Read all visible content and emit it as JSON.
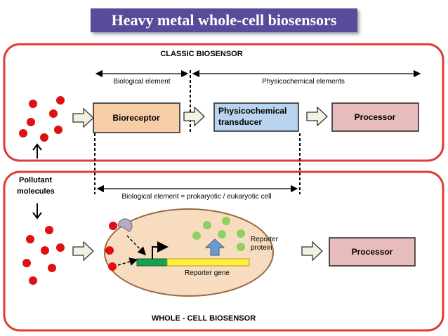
{
  "title": "Heavy metal whole-cell biosensors",
  "classic": {
    "header": "CLASSIC BIOSENSOR",
    "biological_element": "Biological element",
    "physicochemical_elements": "Physicochemical elements",
    "bioreceptor": "Bioreceptor",
    "transducer_line1": "Physicochemical",
    "transducer_line2": "transducer",
    "processor": "Processor"
  },
  "middle": {
    "pollutant_line1": "Pollutant",
    "pollutant_line2": "molecules",
    "cell_label": "Biological element = prokaryotic / eukaryotic cell"
  },
  "whole_cell": {
    "header": "WHOLE - CELL BIOSENSOR",
    "reporter_protein_line1": "Reporter",
    "reporter_protein_line2": "protein",
    "reporter_gene": "Reporter gene",
    "processor": "Processor"
  },
  "colors": {
    "title_bg": "#5a4a9a",
    "frame": "#e03a3a",
    "pollutant": "#e01010",
    "bioreceptor": "#f7cda8",
    "transducer": "#b8d4ee",
    "processor": "#e8bcbc",
    "cell": "#f8dcc0",
    "protein": "#8fd060",
    "gene_promoter": "#1aa050",
    "gene_body": "#ffee44",
    "arrow_up": "#6a9ad0",
    "receptor": "#b8a8cc"
  }
}
